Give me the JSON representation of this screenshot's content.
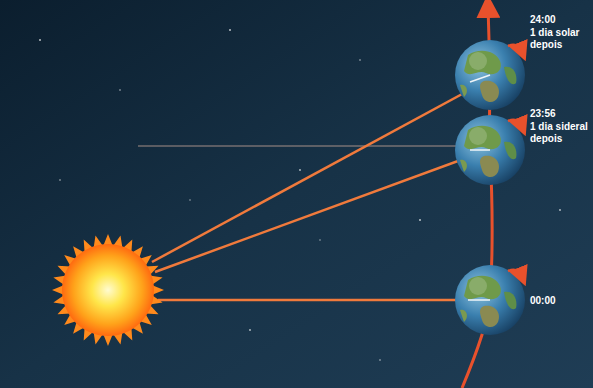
{
  "diagram": {
    "labels": [
      "24:00",
      "1 dia solar depois",
      "23:56",
      "1 dia sideral depois",
      "00:00"
    ]
  }
}
